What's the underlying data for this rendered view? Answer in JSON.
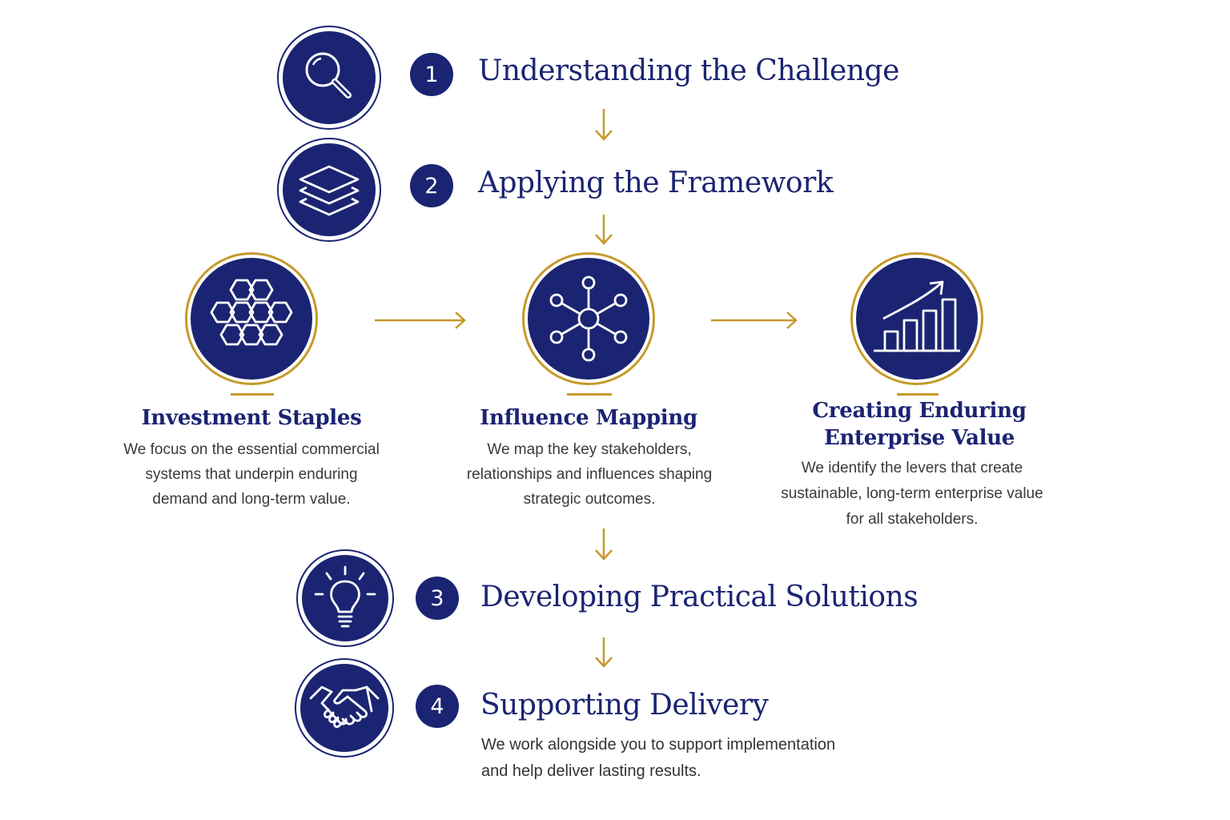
{
  "steps": [
    {
      "number": "1",
      "title": "Understanding the Challenge",
      "icon": "magnifying-glass-icon"
    },
    {
      "number": "2",
      "title": "Applying the Framework",
      "icon": "layers-icon"
    },
    {
      "number": "3",
      "title": "Developing Practical Solutions",
      "icon": "lightbulb-icon"
    },
    {
      "number": "4",
      "title": "Supporting Delivery",
      "icon": "handshake-icon",
      "description_line1": "We work alongside you to support implementation",
      "description_line2": "and help deliver lasting results."
    }
  ],
  "framework": [
    {
      "title": "Investment Staples",
      "icon": "honeycomb-icon",
      "lines": [
        "We focus on the essential commercial",
        "systems that underpin enduring",
        "demand and long-term value."
      ]
    },
    {
      "title": "Influence Mapping",
      "icon": "network-icon",
      "lines": [
        "We map the key stakeholders,",
        "relationships and influences shaping",
        "strategic outcomes."
      ]
    },
    {
      "title_line1": "Creating Enduring",
      "title_line2": "Enterprise Value",
      "icon": "growth-chart-icon",
      "lines": [
        "We identify the levers that create",
        "sustainable, long-term enterprise value",
        "for all stakeholders."
      ]
    }
  ],
  "colors": {
    "navy": "#1b2472",
    "gold": "#c69a2b",
    "text": "#3a3a3a",
    "background": "#ffffff"
  }
}
